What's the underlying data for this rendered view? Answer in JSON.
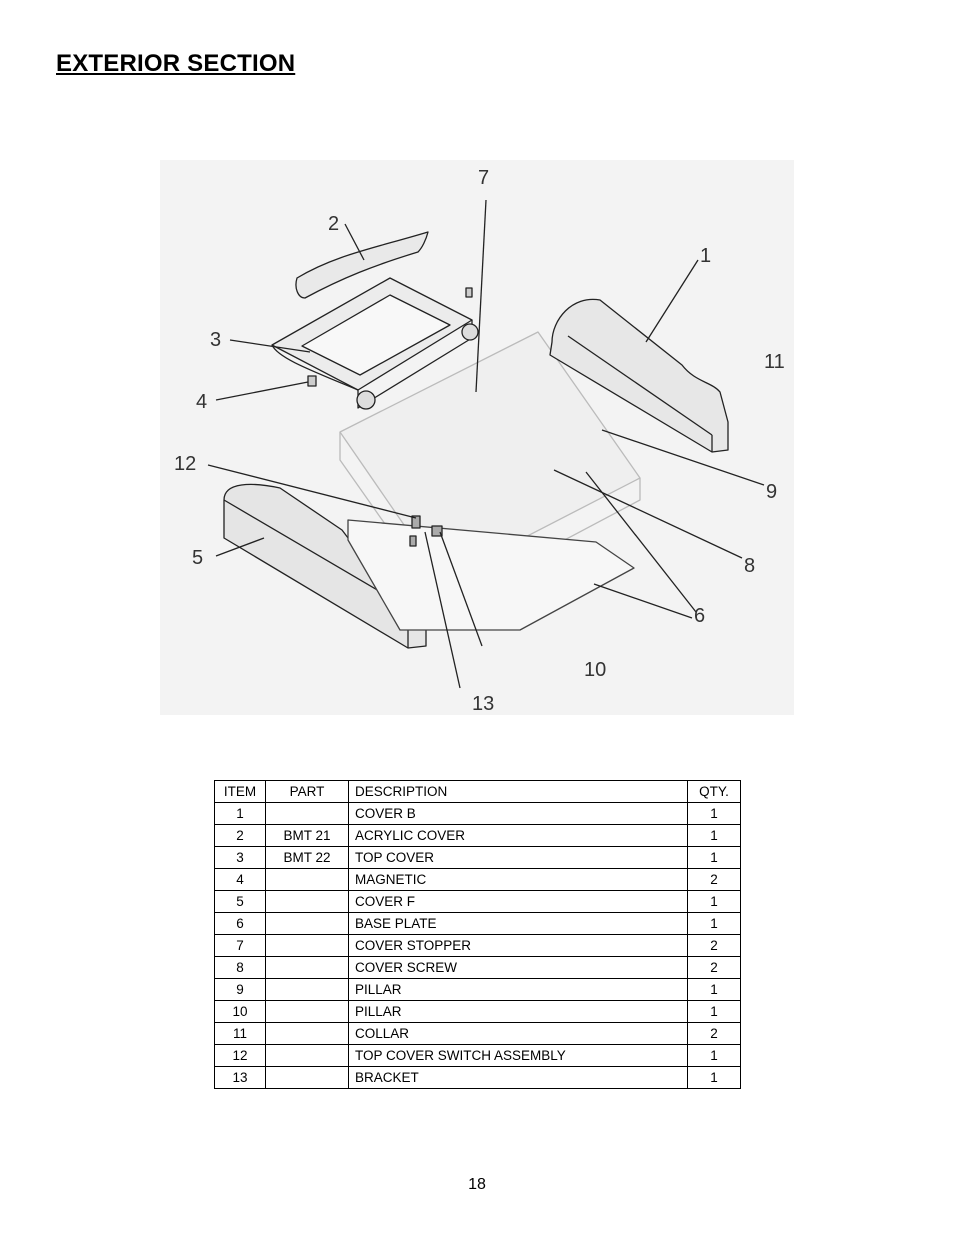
{
  "page": {
    "title": "EXTERIOR SECTION",
    "page_number": "18"
  },
  "figure": {
    "callouts": [
      "1",
      "2",
      "3",
      "4",
      "5",
      "6",
      "7",
      "8",
      "9",
      "10",
      "11",
      "12",
      "13"
    ]
  },
  "table": {
    "headers": {
      "item": "ITEM",
      "part": "PART",
      "description": "DESCRIPTION",
      "qty": "QTY."
    },
    "rows": [
      {
        "item": "1",
        "part": "",
        "description": "COVER B",
        "qty": "1"
      },
      {
        "item": "2",
        "part": "BMT 21",
        "description": "ACRYLIC COVER",
        "qty": "1"
      },
      {
        "item": "3",
        "part": "BMT 22",
        "description": "TOP COVER",
        "qty": "1"
      },
      {
        "item": "4",
        "part": "",
        "description": "MAGNETIC",
        "qty": "2"
      },
      {
        "item": "5",
        "part": "",
        "description": "COVER F",
        "qty": "1"
      },
      {
        "item": "6",
        "part": "",
        "description": "BASE PLATE",
        "qty": "1"
      },
      {
        "item": "7",
        "part": "",
        "description": "COVER STOPPER",
        "qty": "2"
      },
      {
        "item": "8",
        "part": "",
        "description": "COVER SCREW",
        "qty": "2"
      },
      {
        "item": "9",
        "part": "",
        "description": "PILLAR",
        "qty": "1"
      },
      {
        "item": "10",
        "part": "",
        "description": "PILLAR",
        "qty": "1"
      },
      {
        "item": "11",
        "part": "",
        "description": "COLLAR",
        "qty": "2"
      },
      {
        "item": "12",
        "part": "",
        "description": "TOP COVER SWITCH ASSEMBLY",
        "qty": "1"
      },
      {
        "item": "13",
        "part": "",
        "description": "BRACKET",
        "qty": "1"
      }
    ]
  }
}
